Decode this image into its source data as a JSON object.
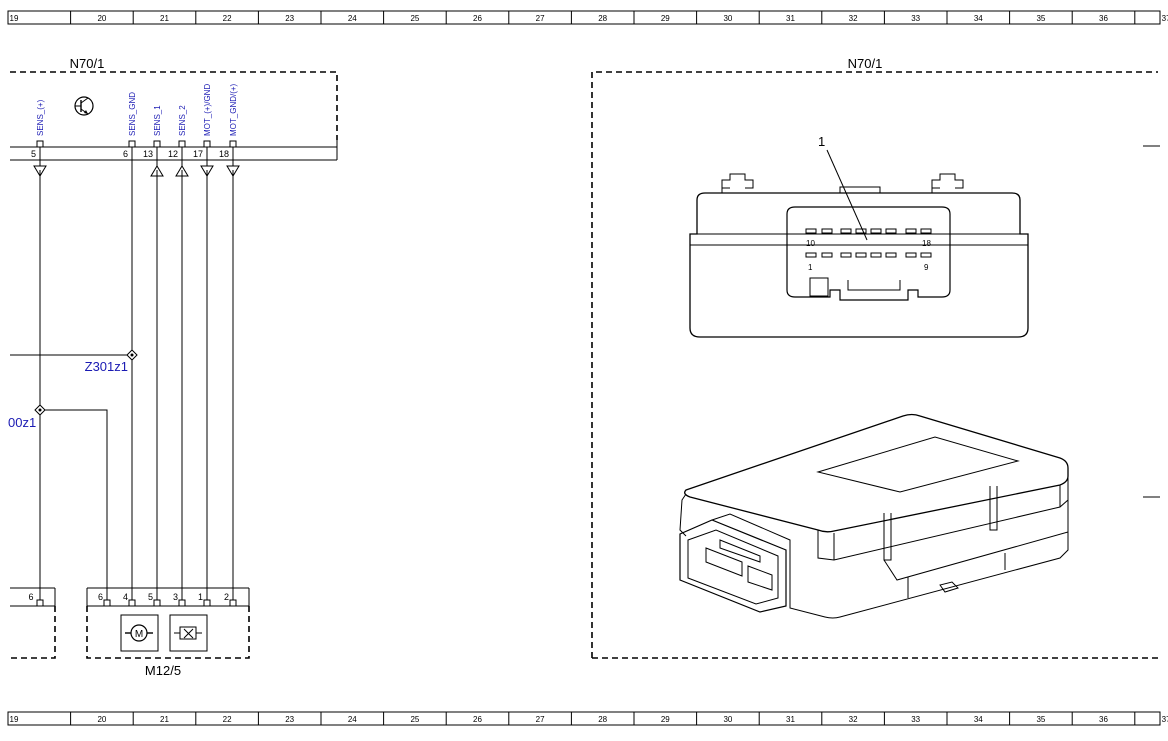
{
  "ruler": {
    "columns": [
      "19",
      "20",
      "21",
      "22",
      "23",
      "24",
      "25",
      "26",
      "27",
      "28",
      "29",
      "30",
      "31",
      "32",
      "33",
      "34",
      "35",
      "36",
      "37"
    ]
  },
  "left_unit": {
    "title": "N70/1",
    "signals": [
      {
        "name": "SENS_(+)",
        "pin": "5",
        "arrow": "down"
      },
      {
        "name": "SENS_GND",
        "pin": "6",
        "arrow": "none"
      },
      {
        "name": "SENS_1",
        "pin": "13",
        "arrow": "up"
      },
      {
        "name": "SENS_2",
        "pin": "12",
        "arrow": "up"
      },
      {
        "name": "MOT_(+)/GND",
        "pin": "17",
        "arrow": "down"
      },
      {
        "name": "MOT_GND/(+)",
        "pin": "18",
        "arrow": "down"
      }
    ],
    "transistor_icon": "transistor-symbol"
  },
  "junctions": [
    {
      "label": "Z301z1"
    },
    {
      "label": "00z1"
    }
  ],
  "left_stub": {
    "pin": "6"
  },
  "motor_unit": {
    "title": "M12/5",
    "pins": [
      "6",
      "4",
      "5",
      "3",
      "1",
      "2"
    ],
    "motor_icon": "motor-symbol",
    "sensor_icon": "position-sensor-symbol",
    "motor_letter": "M"
  },
  "right_unit": {
    "title": "N70/1",
    "callout": "1",
    "connector_labels": {
      "top_left": "10",
      "top_right": "18",
      "bottom_left": "1",
      "bottom_right": "9"
    }
  },
  "colors": {
    "line": "#000000",
    "signal_text": "#1a1ab3",
    "junction_text": "#1a1ab3"
  }
}
